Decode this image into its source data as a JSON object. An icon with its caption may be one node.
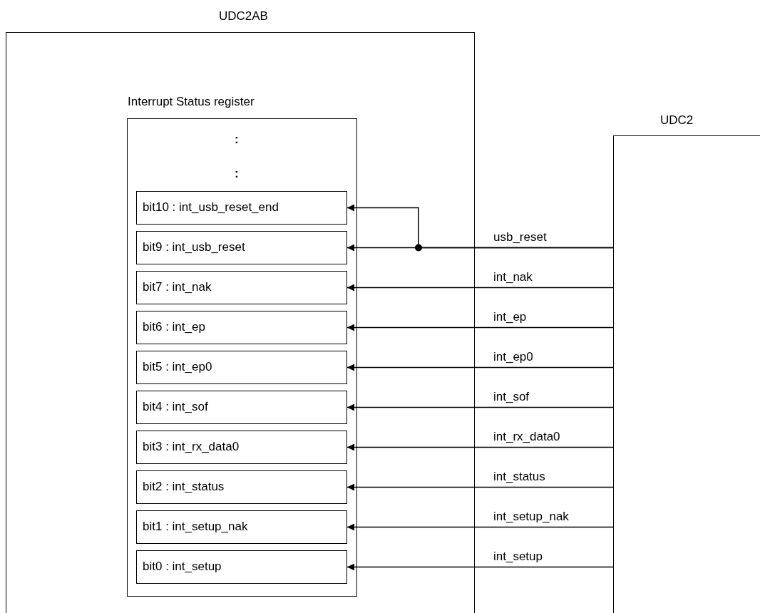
{
  "diagram": {
    "nodes": [
      {
        "text": [
          "UDC2AB"
        ]
      },
      {
        "text": [
          "Interrupt Status register",
          ":",
          ":"
        ],
        "in": 0
      },
      {
        "text": [
          "bit10 : int_usb_reset_end"
        ],
        "in": 1
      },
      {
        "text": [
          "bit9 : int_usb_reset"
        ],
        "in": 1
      },
      {
        "text": [
          "bit7 : int_nak"
        ],
        "in": 1
      },
      {
        "text": [
          "bit6 : int_ep"
        ],
        "in": 1
      },
      {
        "text": [
          "bit5 : int_ep0"
        ],
        "in": 1
      },
      {
        "text": [
          "bit4 : int_sof"
        ],
        "in": 1
      },
      {
        "text": [
          "bit3 : int_rx_data0"
        ],
        "in": 1
      },
      {
        "text": [
          "bit2 : int_status"
        ],
        "in": 1
      },
      {
        "text": [
          "bit1 : int_setup_nak"
        ],
        "in": 1
      },
      {
        "text": [
          "bit0 : int_setup"
        ],
        "in": 1
      },
      {
        "text": [
          "UDC2"
        ]
      }
    ],
    "edges": [
      {
        "from": 12,
        "to": 2,
        "arrow": "to"
      },
      {
        "from": 12,
        "to": 3,
        "arrow": "to",
        "label": "usb_reset"
      },
      {
        "from": 12,
        "to": 4,
        "arrow": "to",
        "label": "int_nak"
      },
      {
        "from": 12,
        "to": 5,
        "arrow": "to",
        "label": "int_ep"
      },
      {
        "from": 12,
        "to": 6,
        "arrow": "to",
        "label": "int_ep0"
      },
      {
        "from": 12,
        "to": 7,
        "arrow": "to",
        "label": "int_sof"
      },
      {
        "from": 12,
        "to": 8,
        "arrow": "to",
        "label": "int_rx_data0"
      },
      {
        "from": 12,
        "to": 9,
        "arrow": "to",
        "label": "int_status"
      },
      {
        "from": 12,
        "to": 10,
        "arrow": "to",
        "label": "int_setup_nak"
      },
      {
        "from": 12,
        "to": 11,
        "arrow": "to",
        "label": "int_setup"
      }
    ]
  }
}
